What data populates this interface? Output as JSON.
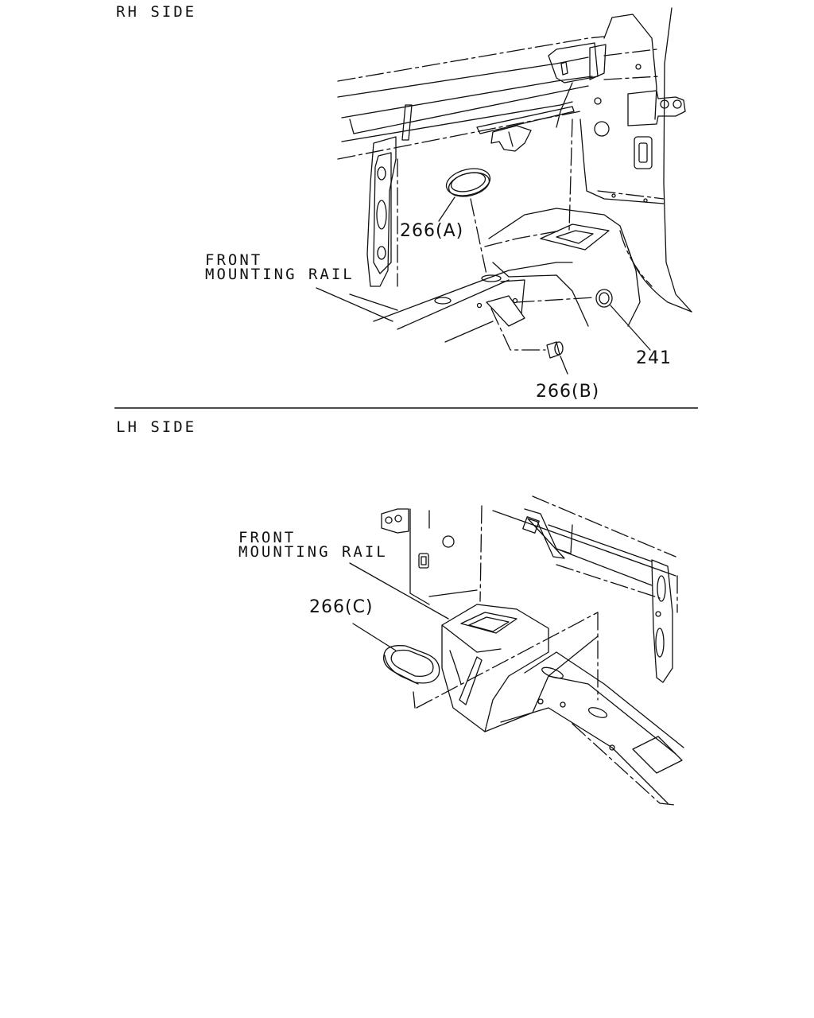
{
  "panels": {
    "rh": {
      "heading": "RH SIDE",
      "rail_label_line1": "FRONT",
      "rail_label_line2": "MOUNTING RAIL",
      "callouts": {
        "plug_a": "266(A)",
        "plug_b": "266(B)",
        "grommet": "241"
      }
    },
    "lh": {
      "heading": "LH SIDE",
      "rail_label_line1": "FRONT",
      "rail_label_line2": "MOUNTING RAIL",
      "callouts": {
        "plug_c": "266(C)"
      }
    }
  },
  "colors": {
    "line": "#111111",
    "background": "#ffffff"
  }
}
